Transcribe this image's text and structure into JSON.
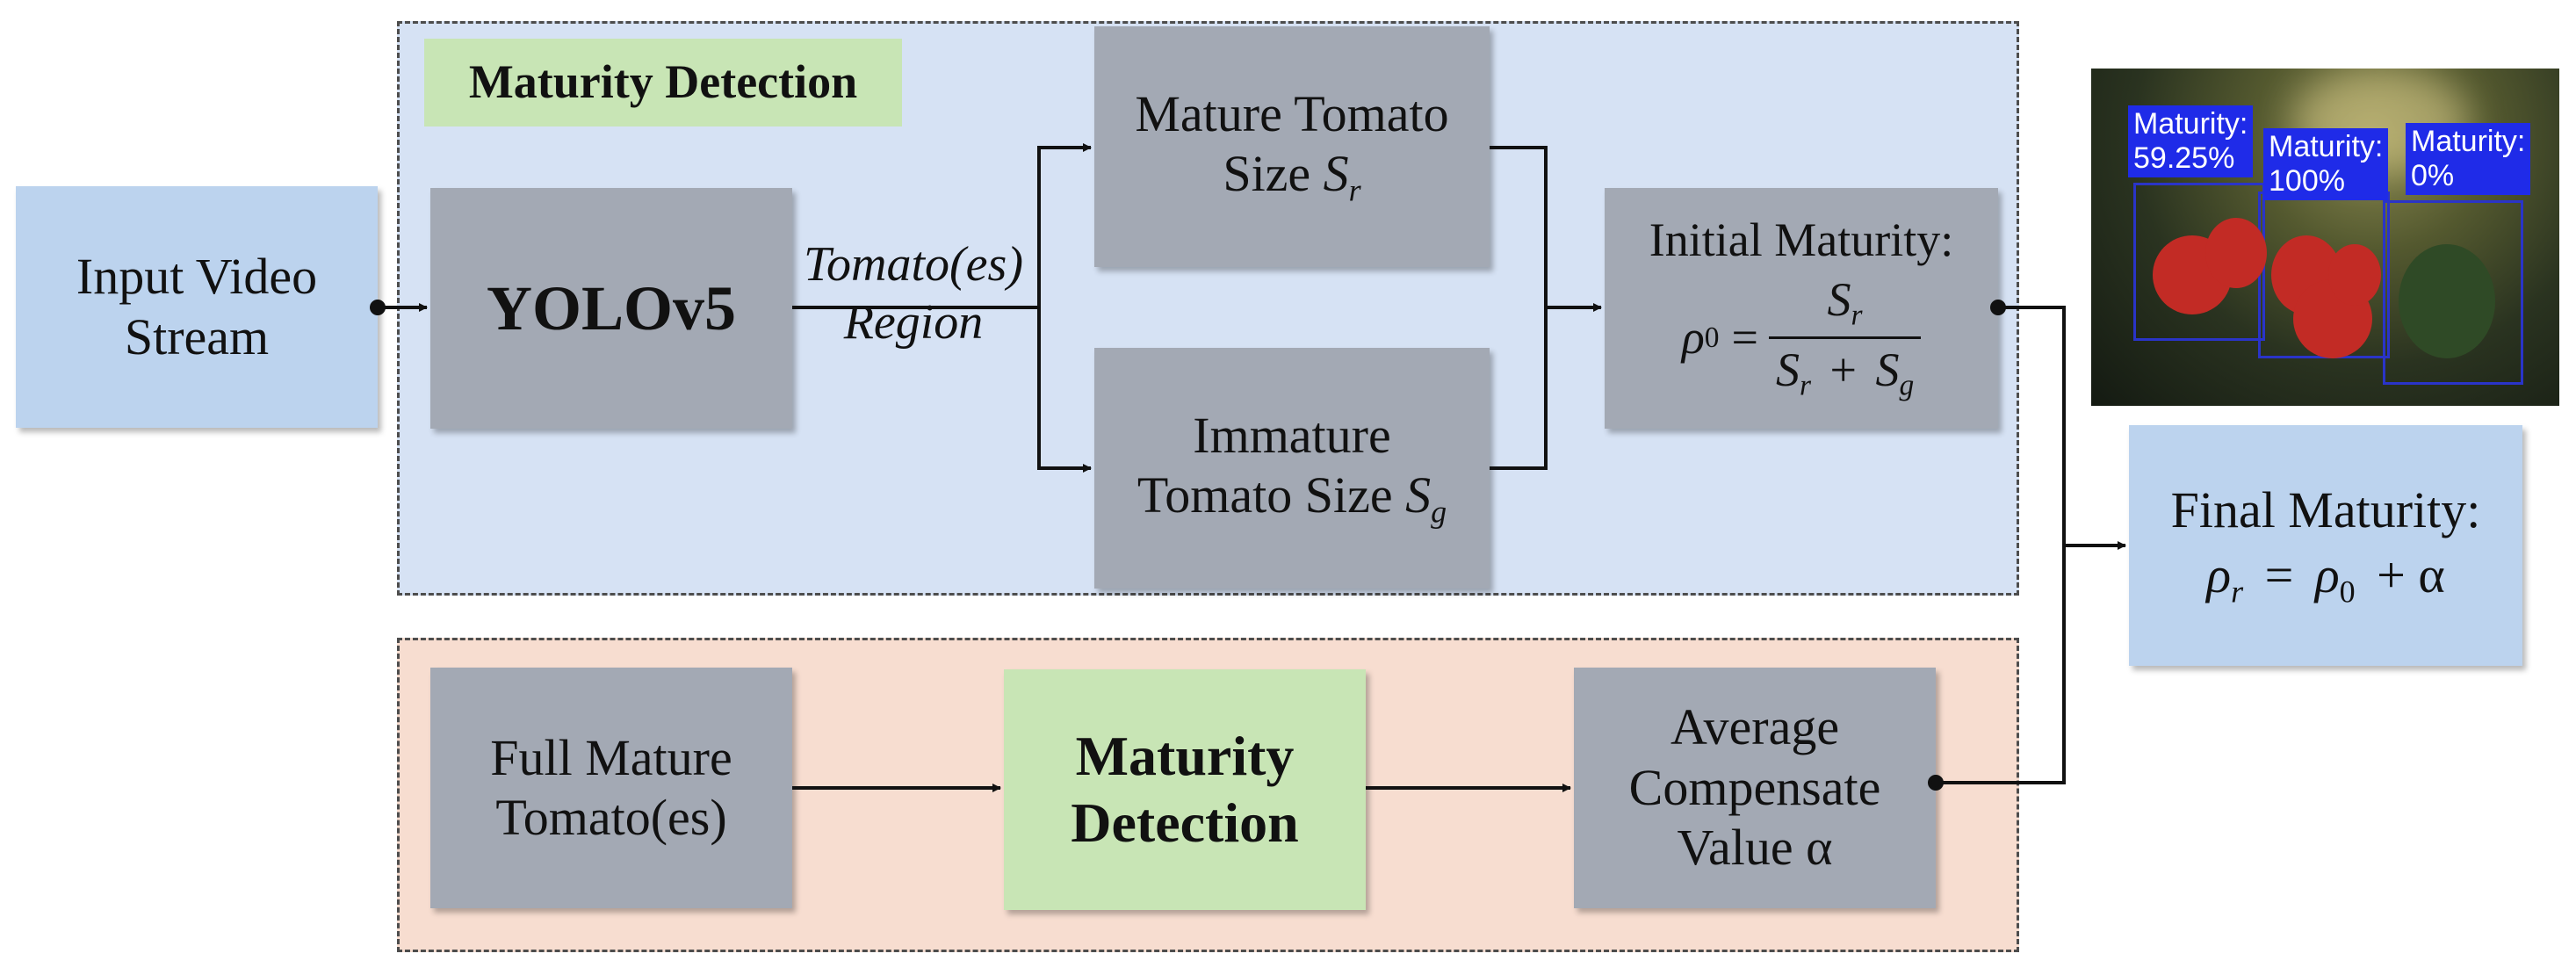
{
  "input_stream": {
    "line1": "Input Video",
    "line2": "Stream"
  },
  "maturity_region": {
    "label": "Maturity Detection"
  },
  "yolo": {
    "label": "YOLOv5"
  },
  "region_label": {
    "line1": "Tomato(es)",
    "line2": "Region"
  },
  "mature_size": {
    "line1": "Mature Tomato",
    "line2": "Size",
    "symbol": "S",
    "sub": "r"
  },
  "immature_size": {
    "line1": "Immature",
    "line2": "Tomato Size",
    "symbol": "S",
    "sub": "g"
  },
  "initial_maturity": {
    "title": "Initial Maturity:",
    "lhs": "ρ",
    "lhs_sub": "0",
    "eq": "=",
    "num_symbol": "S",
    "num_sub": "r",
    "den_symbol1": "S",
    "den_sub1": "r",
    "den_plus": "+",
    "den_symbol2": "S",
    "den_sub2": "g"
  },
  "final_maturity": {
    "title": "Final Maturity:",
    "lhs": "ρ",
    "lhs_sub": "r",
    "eq": "=",
    "rhs": "ρ",
    "rhs_sub": "0",
    "plus": "+ α"
  },
  "full_mature": {
    "line1": "Full Mature",
    "line2": "Tomato(es)"
  },
  "maturity_detection_box": {
    "line1": "Maturity",
    "line2": "Detection"
  },
  "avg_compensate": {
    "line1": "Average",
    "line2": "Compensate",
    "line3": "Value α"
  },
  "photo_tags": [
    {
      "line1": "Maturity:",
      "line2": "59.25%"
    },
    {
      "line1": "Maturity:",
      "line2": "100%"
    },
    {
      "line1": "Maturity:",
      "line2": "0%"
    }
  ],
  "colors": {
    "gray_box": "#a3a9b4",
    "blue_box": "#bcd3ee",
    "green_box": "#c8e5b5",
    "top_region": "#d6e2f4",
    "bottom_region": "#f7ddd0",
    "tag_blue": "#1f2be8"
  }
}
